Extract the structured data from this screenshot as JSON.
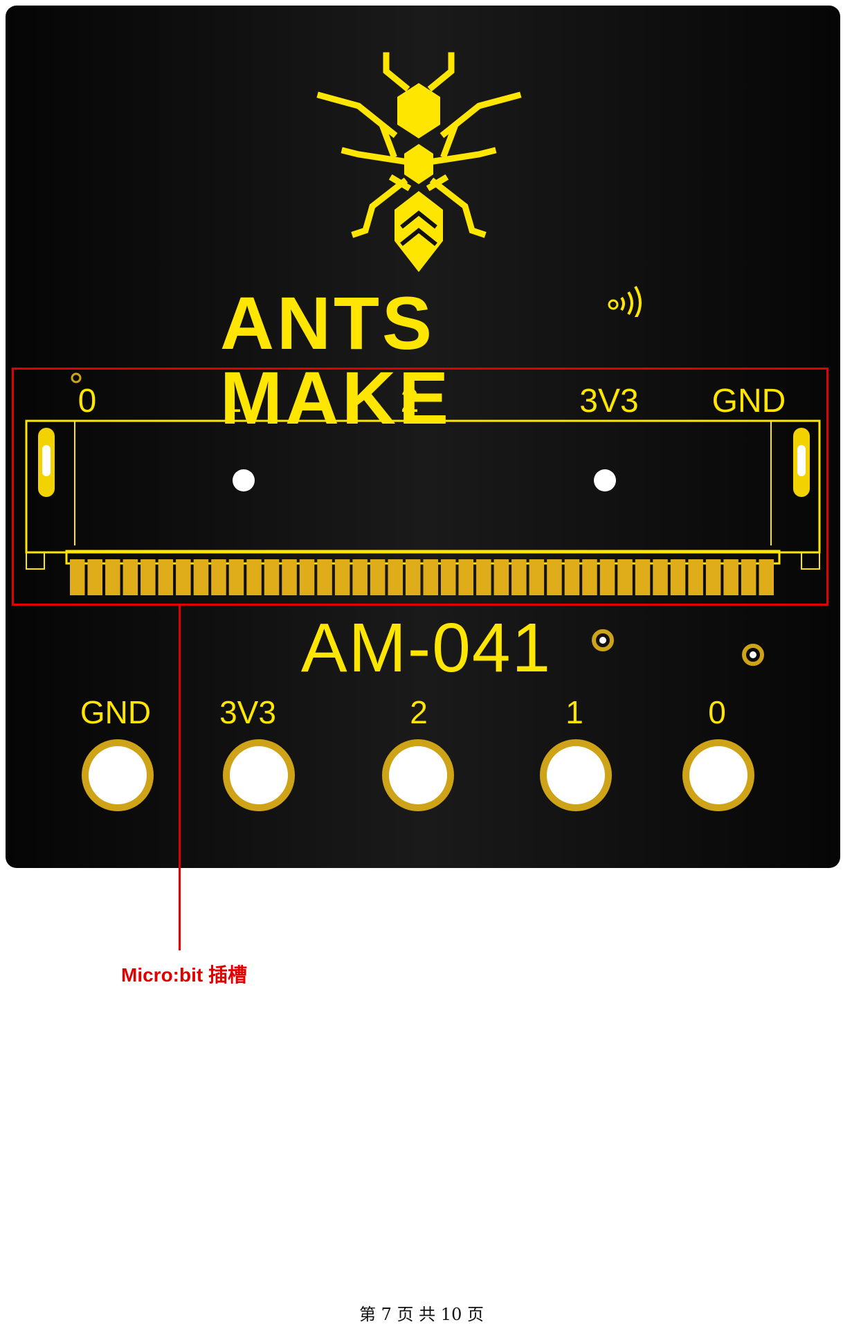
{
  "board": {
    "brand_name": "ANTS MAKE",
    "model": "AM-041",
    "connector_labels": [
      "0",
      "1",
      "2",
      "3V3",
      "GND"
    ],
    "pad_labels": [
      "GND",
      "3V3",
      "2",
      "1",
      "0"
    ],
    "colors": {
      "silkscreen": "#ffe600",
      "pad_ring": "#cfa317",
      "board": "#111111"
    },
    "icons": {
      "logo": "ant-logo-icon",
      "signal": "wifi-signal-icon"
    }
  },
  "callout": {
    "label": "Micro:bit 插槽",
    "color": "#e00000"
  },
  "footer": {
    "page_text": "第 7 页 共 10 页"
  }
}
